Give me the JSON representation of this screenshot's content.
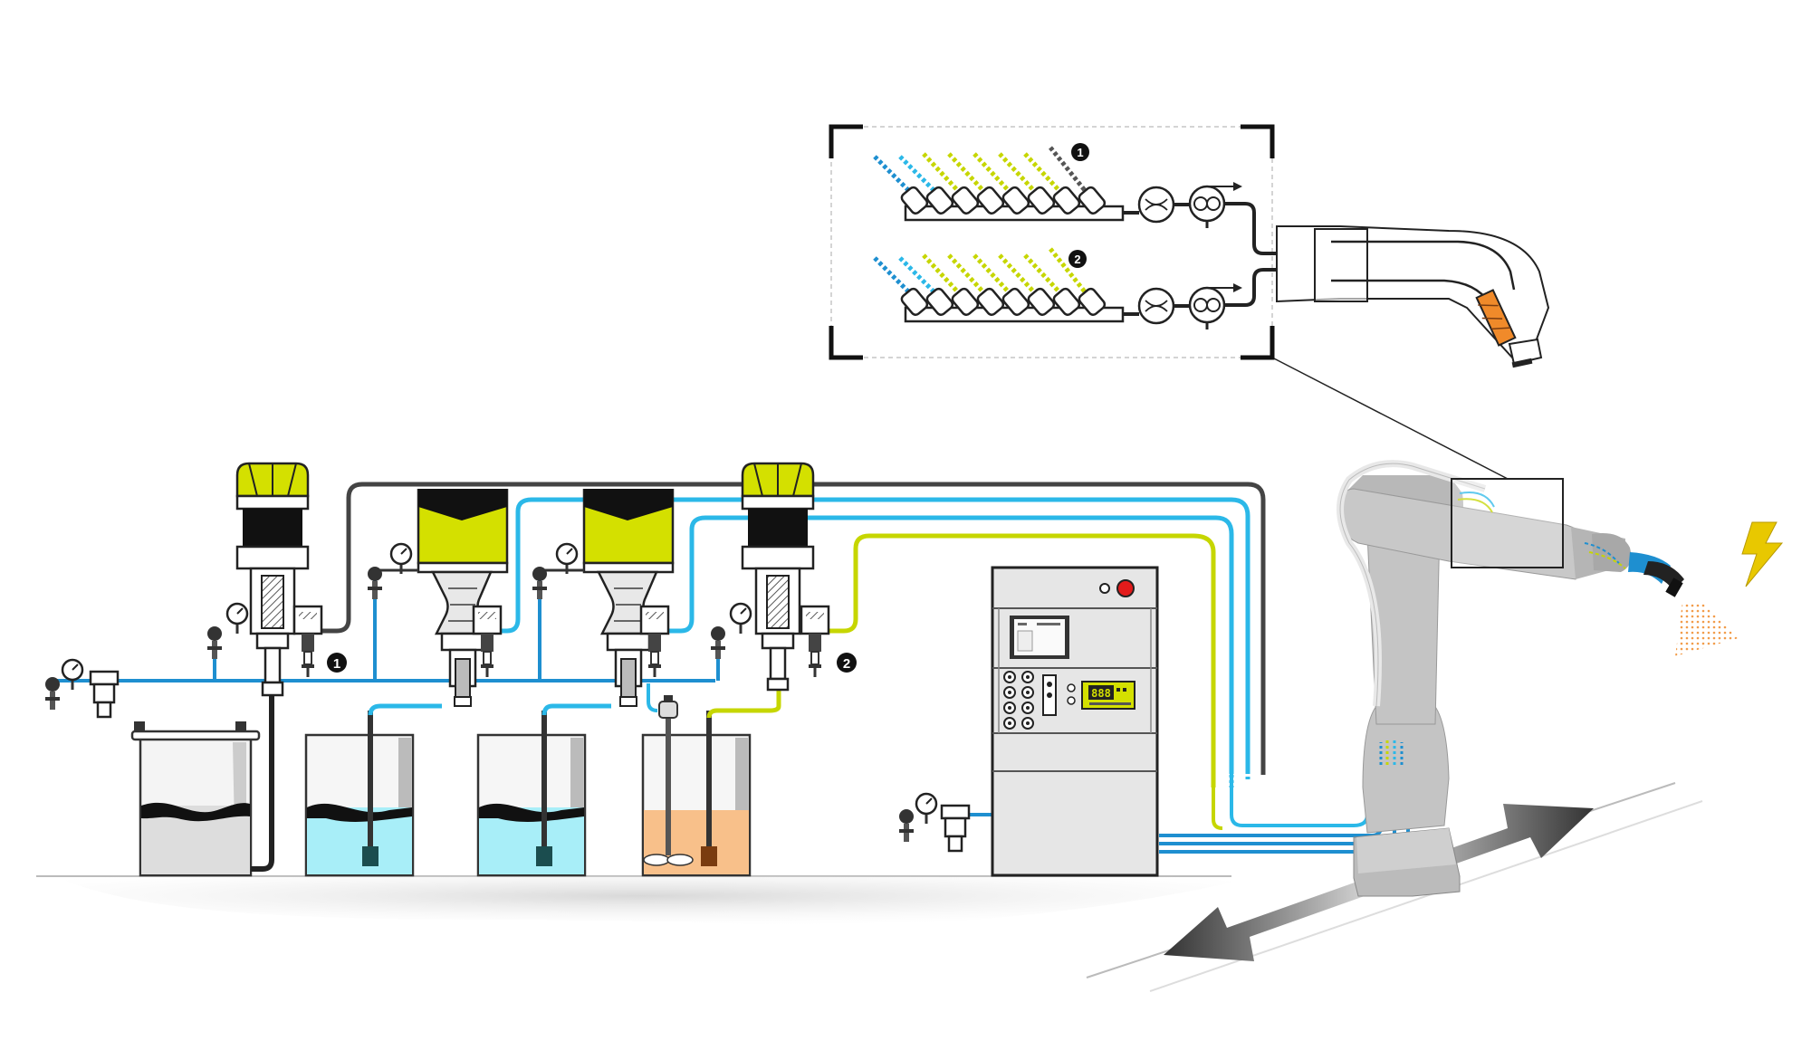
{
  "callouts": {
    "one": "1",
    "two": "2"
  },
  "controller": {
    "display_readout": "888"
  },
  "colors": {
    "air_line": "#2bb8e8",
    "air_line_dark": "#1e8fd0",
    "material_line": "#c6d600",
    "hose_dark": "#444444",
    "pump_cap": "#d4e000",
    "fluid_clear": "#dddddd",
    "fluid_blue": "#a8eef8",
    "fluid_orange": "#f8c08a",
    "robot_gray": "#c4c4c4",
    "cabinet_gray": "#e6e6e6",
    "power_button": "#e21b1b",
    "bolt": "#e8c800",
    "spray": "#f08a2a"
  },
  "icons": {
    "lightning": "lightning-bolt-icon",
    "pressure_gauge": "pressure-gauge-icon",
    "flow_meter": "flow-meter-icon",
    "gear_pump": "gear-pump-icon",
    "direction": "bidirectional-arrow-icon"
  }
}
